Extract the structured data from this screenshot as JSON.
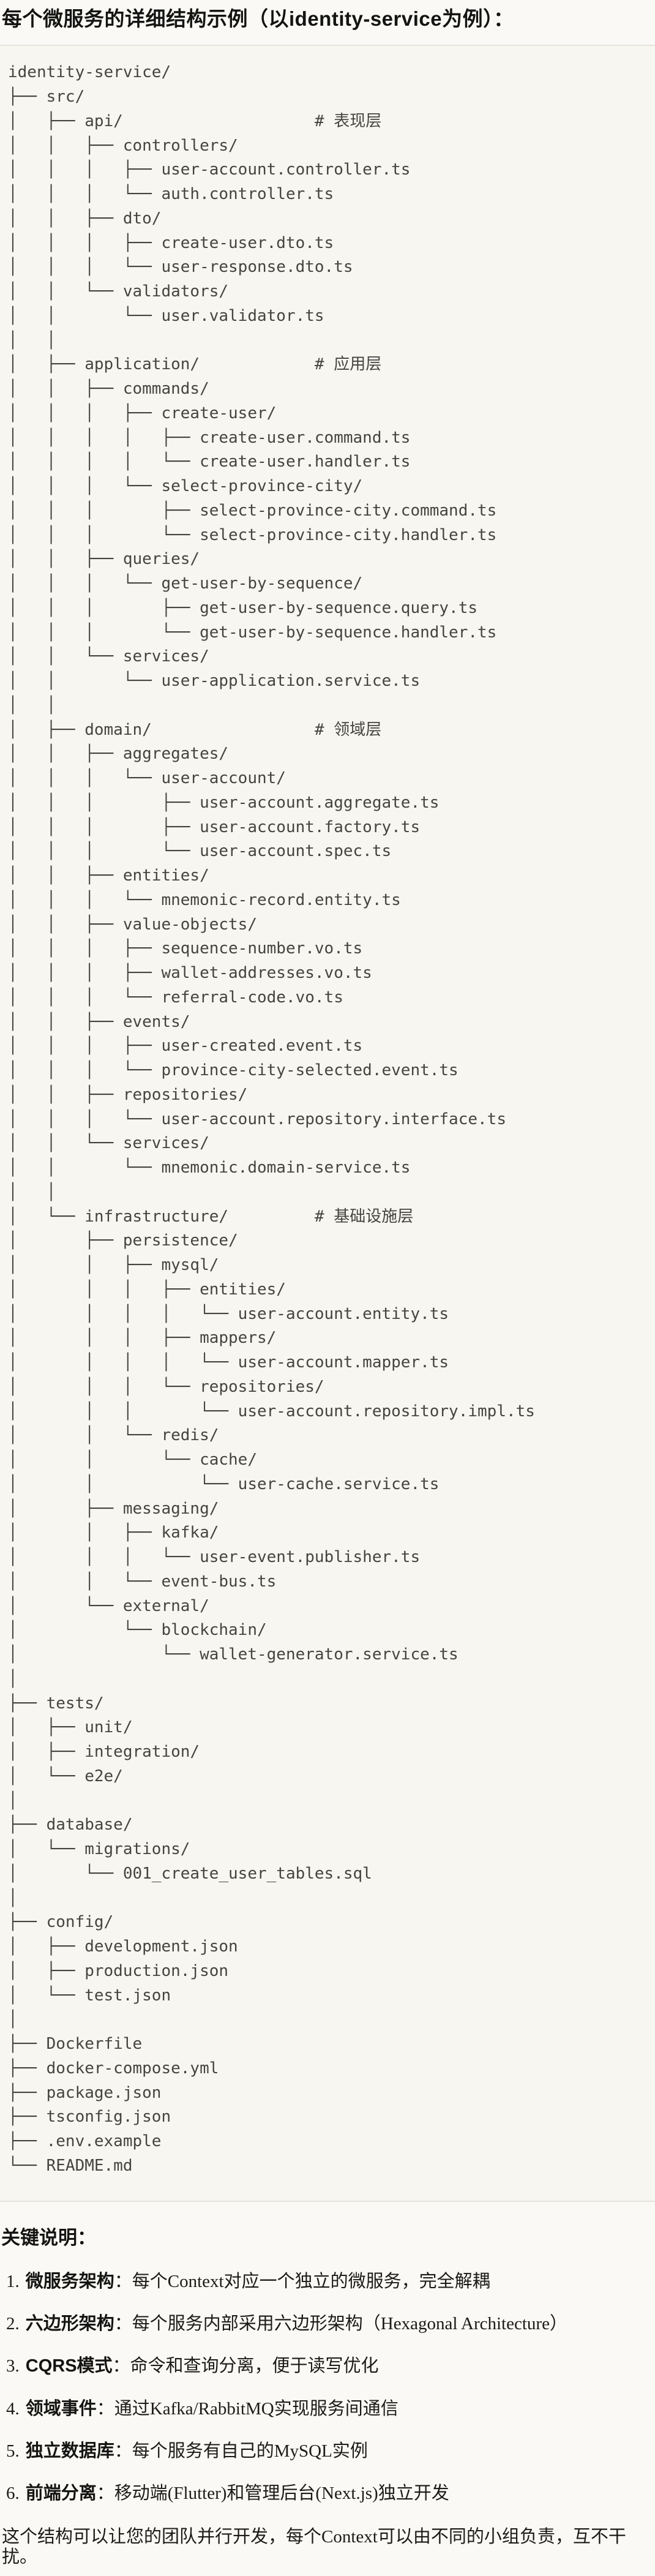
{
  "colors": {
    "page_bg": "#FAF9F5",
    "code_bg": "#F7F6F1",
    "code_border": "#E5E3DA",
    "code_text": "#454440",
    "body_text": "#1c1b17"
  },
  "page": {
    "title": "每个微服务的详细结构示例（以identity-service为例）：",
    "code_block": {
      "lines": [
        "identity-service/",
        "├── src/",
        "│   ├── api/                    # 表现层",
        "│   │   ├── controllers/",
        "│   │   │   ├── user-account.controller.ts",
        "│   │   │   └── auth.controller.ts",
        "│   │   ├── dto/",
        "│   │   │   ├── create-user.dto.ts",
        "│   │   │   └── user-response.dto.ts",
        "│   │   └── validators/",
        "│   │       └── user.validator.ts",
        "│   │",
        "│   ├── application/            # 应用层",
        "│   │   ├── commands/",
        "│   │   │   ├── create-user/",
        "│   │   │   │   ├── create-user.command.ts",
        "│   │   │   │   └── create-user.handler.ts",
        "│   │   │   └── select-province-city/",
        "│   │   │       ├── select-province-city.command.ts",
        "│   │   │       └── select-province-city.handler.ts",
        "│   │   ├── queries/",
        "│   │   │   └── get-user-by-sequence/",
        "│   │   │       ├── get-user-by-sequence.query.ts",
        "│   │   │       └── get-user-by-sequence.handler.ts",
        "│   │   └── services/",
        "│   │       └── user-application.service.ts",
        "│   │",
        "│   ├── domain/                 # 领域层",
        "│   │   ├── aggregates/",
        "│   │   │   └── user-account/",
        "│   │   │       ├── user-account.aggregate.ts",
        "│   │   │       ├── user-account.factory.ts",
        "│   │   │       └── user-account.spec.ts",
        "│   │   ├── entities/",
        "│   │   │   └── mnemonic-record.entity.ts",
        "│   │   ├── value-objects/",
        "│   │   │   ├── sequence-number.vo.ts",
        "│   │   │   ├── wallet-addresses.vo.ts",
        "│   │   │   └── referral-code.vo.ts",
        "│   │   ├── events/",
        "│   │   │   ├── user-created.event.ts",
        "│   │   │   └── province-city-selected.event.ts",
        "│   │   ├── repositories/",
        "│   │   │   └── user-account.repository.interface.ts",
        "│   │   └── services/",
        "│   │       └── mnemonic.domain-service.ts",
        "│   │",
        "│   └── infrastructure/         # 基础设施层",
        "│       ├── persistence/",
        "│       │   ├── mysql/",
        "│       │   │   ├── entities/",
        "│       │   │   │   └── user-account.entity.ts",
        "│       │   │   ├── mappers/",
        "│       │   │   │   └── user-account.mapper.ts",
        "│       │   │   └── repositories/",
        "│       │   │       └── user-account.repository.impl.ts",
        "│       │   └── redis/",
        "│       │       └── cache/",
        "│       │           └── user-cache.service.ts",
        "│       ├── messaging/",
        "│       │   ├── kafka/",
        "│       │   │   └── user-event.publisher.ts",
        "│       │   └── event-bus.ts",
        "│       └── external/",
        "│           └── blockchain/",
        "│               └── wallet-generator.service.ts",
        "│",
        "├── tests/",
        "│   ├── unit/",
        "│   ├── integration/",
        "│   └── e2e/",
        "│",
        "├── database/",
        "│   └── migrations/",
        "│       └── 001_create_user_tables.sql",
        "│",
        "├── config/",
        "│   ├── development.json",
        "│   ├── production.json",
        "│   └── test.json",
        "│",
        "├── Dockerfile",
        "├── docker-compose.yml",
        "├── package.json",
        "├── tsconfig.json",
        "├── .env.example",
        "└── README.md"
      ]
    },
    "notes": {
      "heading": "关键说明：",
      "items": [
        {
          "num": "1.",
          "term": "微服务架构",
          "desc": "：每个Context对应一个独立的微服务，完全解耦"
        },
        {
          "num": "2.",
          "term": "六边形架构",
          "desc": "：每个服务内部采用六边形架构（Hexagonal Architecture）"
        },
        {
          "num": "3.",
          "term": "CQRS模式",
          "desc": "：命令和查询分离，便于读写优化"
        },
        {
          "num": "4.",
          "term": "领域事件",
          "desc": "：通过Kafka/RabbitMQ实现服务间通信"
        },
        {
          "num": "5.",
          "term": "独立数据库",
          "desc": "：每个服务有自己的MySQL实例"
        },
        {
          "num": "6.",
          "term": "前端分离",
          "desc": "：移动端(Flutter)和管理后台(Next.js)独立开发"
        }
      ]
    },
    "footer": "这个结构可以让您的团队并行开发，每个Context可以由不同的小组负责，互不干扰。"
  }
}
